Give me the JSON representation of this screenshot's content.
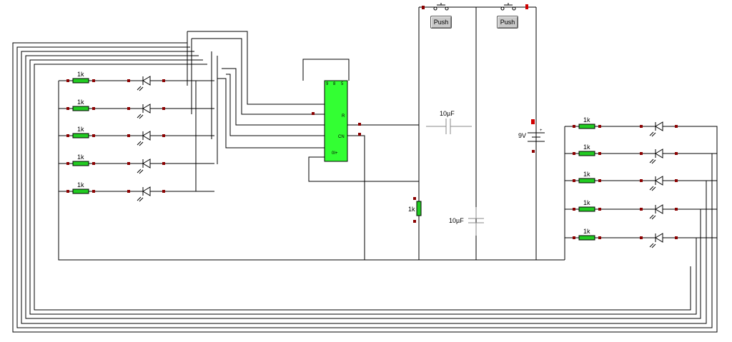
{
  "buttons": {
    "push_1": "Push",
    "push_2": "Push"
  },
  "components": {
    "resistor_label": "1k",
    "capacitor_top_label": "10µF",
    "capacitor_bottom_label": "10µF",
    "battery_label": "9V",
    "timing_resistor_label": "1k",
    "chip_pins": {
      "q9": "9",
      "q8": "8",
      "r": "R",
      "clk": "CN",
      "q5": "5",
      "out": "0I+"
    }
  },
  "colors": {
    "resistor": "#22cc22",
    "chip": "#33ff33",
    "terminal": "#8b0000",
    "wire": "#000000"
  }
}
